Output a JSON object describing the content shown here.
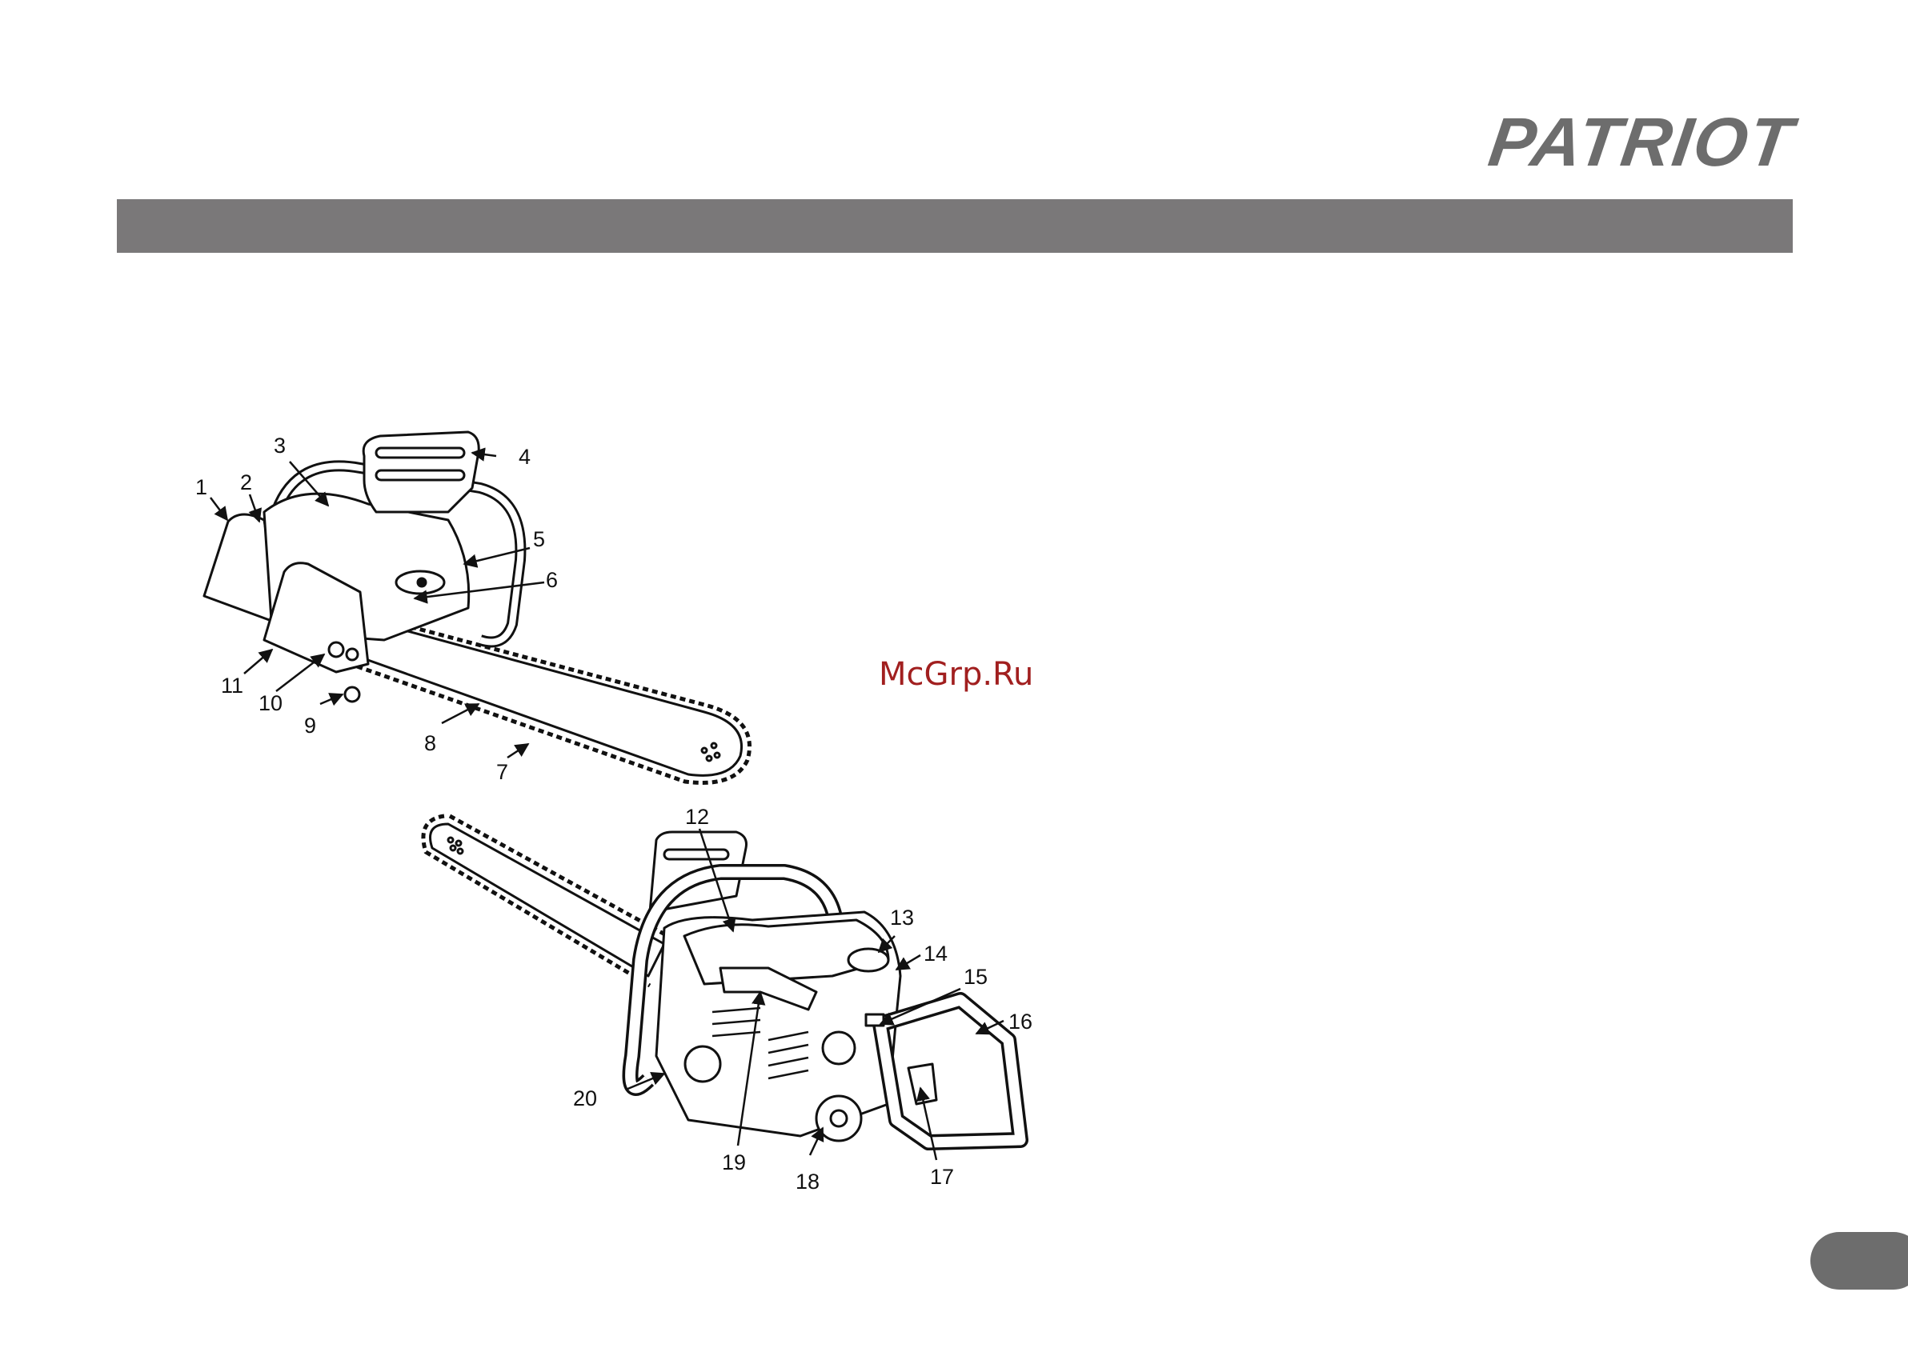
{
  "brand": {
    "logo_text": "PATRIOT"
  },
  "watermark": "McGrp.Ru",
  "colors": {
    "bar": "#7a7879",
    "logo": "#6d6d6d",
    "watermark": "#a11f1f",
    "line": "#111111"
  },
  "callouts": {
    "c1": "1",
    "c2": "2",
    "c3": "3",
    "c4": "4",
    "c5": "5",
    "c6": "6",
    "c7": "7",
    "c8": "8",
    "c9": "9",
    "c10": "10",
    "c11": "11",
    "c12": "12",
    "c13": "13",
    "c14": "14",
    "c15": "15",
    "c16": "16",
    "c17": "17",
    "c18": "18",
    "c19": "19",
    "c20": "20"
  }
}
